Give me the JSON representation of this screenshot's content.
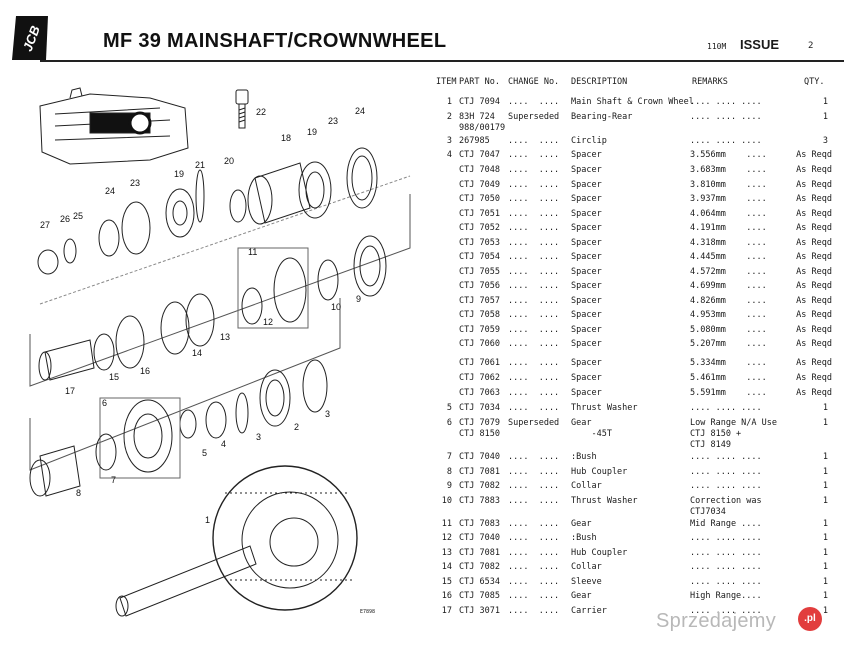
{
  "header": {
    "logo_text": "JCB",
    "title": "MF 39 MAINSHAFT/CROWNWHEEL",
    "ref_code": "110M",
    "issue_label": "ISSUE",
    "issue_number": "2"
  },
  "table": {
    "columns": {
      "item": "ITEM",
      "part": "PART No.",
      "change": "CHANGE No.",
      "description": "DESCRIPTION",
      "remarks": "REMARKS",
      "qty": "QTY."
    },
    "rows": [
      {
        "item": "1",
        "part": "CTJ 7094",
        "change": "....  ....",
        "description": "Main Shaft & Crown Wheel",
        "remarks": ".... .... ....",
        "qty": "1"
      },
      {
        "item": "2",
        "part": "83H 724\n988/00179",
        "change": "Superseded",
        "description": "Bearing-Rear",
        "remarks": ".... .... ....",
        "qty": "1"
      },
      {
        "item": "3",
        "part": "267985",
        "change": "....  ....",
        "description": "Circlip",
        "remarks": ".... .... ....",
        "qty": "3"
      },
      {
        "item": "4",
        "part": "CTJ 7047",
        "change": "....  ....",
        "description": "Spacer",
        "remarks": "3.556mm    ....",
        "qty": "As Reqd"
      },
      {
        "item": "",
        "part": "CTJ 7048",
        "change": "....  ....",
        "description": "Spacer",
        "remarks": "3.683mm    ....",
        "qty": "As Reqd"
      },
      {
        "item": "",
        "part": "CTJ 7049",
        "change": "....  ....",
        "description": "Spacer",
        "remarks": "3.810mm    ....",
        "qty": "As Reqd"
      },
      {
        "item": "",
        "part": "CTJ 7050",
        "change": "....  ....",
        "description": "Spacer",
        "remarks": "3.937mm    ....",
        "qty": "As Reqd"
      },
      {
        "item": "",
        "part": "CTJ 7051",
        "change": "....  ....",
        "description": "Spacer",
        "remarks": "4.064mm    ....",
        "qty": "As Reqd"
      },
      {
        "item": "",
        "part": "CTJ 7052",
        "change": "....  ....",
        "description": "Spacer",
        "remarks": "4.191mm    ....",
        "qty": "As Reqd"
      },
      {
        "item": "",
        "part": "CTJ 7053",
        "change": "....  ....",
        "description": "Spacer",
        "remarks": "4.318mm    ....",
        "qty": "As Reqd"
      },
      {
        "item": "",
        "part": "CTJ 7054",
        "change": "....  ....",
        "description": "Spacer",
        "remarks": "4.445mm    ....",
        "qty": "As Reqd"
      },
      {
        "item": "",
        "part": "CTJ 7055",
        "change": "....  ....",
        "description": "Spacer",
        "remarks": "4.572mm    ....",
        "qty": "As Reqd"
      },
      {
        "item": "",
        "part": "CTJ 7056",
        "change": "....  ....",
        "description": "Spacer",
        "remarks": "4.699mm    ....",
        "qty": "As Reqd"
      },
      {
        "item": "",
        "part": "CTJ 7057",
        "change": "....  ....",
        "description": "Spacer",
        "remarks": "4.826mm    ....",
        "qty": "As Reqd"
      },
      {
        "item": "",
        "part": "CTJ 7058",
        "change": "....  ....",
        "description": "Spacer",
        "remarks": "4.953mm    ....",
        "qty": "As Reqd"
      },
      {
        "item": "",
        "part": "CTJ 7059",
        "change": "....  ....",
        "description": "Spacer",
        "remarks": "5.080mm    ....",
        "qty": "As Reqd"
      },
      {
        "item": "",
        "part": "CTJ 7060",
        "change": "....  ....",
        "description": "Spacer",
        "remarks": "5.207mm    ....",
        "qty": "As Reqd"
      },
      {
        "item": "",
        "part": "CTJ 7061",
        "change": "....  ....",
        "description": "Spacer",
        "remarks": "5.334mm    ....",
        "qty": "As Reqd"
      },
      {
        "item": "",
        "part": "CTJ 7062",
        "change": "....  ....",
        "description": "Spacer",
        "remarks": "5.461mm    ....",
        "qty": "As Reqd"
      },
      {
        "item": "",
        "part": "CTJ 7063",
        "change": "....  ....",
        "description": "Spacer",
        "remarks": "5.591mm    ....",
        "qty": "As Reqd"
      },
      {
        "item": "5",
        "part": "CTJ 7034",
        "change": "....  ....",
        "description": "Thrust Washer",
        "remarks": ".... .... ....",
        "qty": "1"
      },
      {
        "item": "6",
        "part": "CTJ 7079\nCTJ 8150",
        "change": "Superseded",
        "description": "Gear\n    -45T",
        "remarks": "Low Range N/A Use\nCTJ 8150 +\nCTJ 8149",
        "qty": "1"
      },
      {
        "item": "7",
        "part": "CTJ 7040",
        "change": "....  ....",
        "description": ":Bush",
        "remarks": ".... .... ....",
        "qty": "1"
      },
      {
        "item": "8",
        "part": "CTJ 7081",
        "change": "....  ....",
        "description": "Hub Coupler",
        "remarks": ".... .... ....",
        "qty": "1"
      },
      {
        "item": "9",
        "part": "CTJ 7082",
        "change": "....  ....",
        "description": "Collar",
        "remarks": ".... .... ....",
        "qty": "1"
      },
      {
        "item": "10",
        "part": "CTJ 7883",
        "change": "....  ....",
        "description": "Thrust Washer",
        "remarks": "Correction was\nCTJ7034",
        "qty": "1"
      },
      {
        "item": "11",
        "part": "CTJ 7083",
        "change": "....  ....",
        "description": "Gear",
        "remarks": "Mid Range ....",
        "qty": "1"
      },
      {
        "item": "12",
        "part": "CTJ 7040",
        "change": "....  ....",
        "description": ":Bush",
        "remarks": ".... .... ....",
        "qty": "1"
      },
      {
        "item": "13",
        "part": "CTJ 7081",
        "change": "....  ....",
        "description": "Hub Coupler",
        "remarks": ".... .... ....",
        "qty": "1"
      },
      {
        "item": "14",
        "part": "CTJ 7082",
        "change": "....  ....",
        "description": "Collar",
        "remarks": ".... .... ....",
        "qty": "1"
      },
      {
        "item": "15",
        "part": "CTJ 6534",
        "change": "....  ....",
        "description": "Sleeve",
        "remarks": ".... .... ....",
        "qty": "1"
      },
      {
        "item": "16",
        "part": "CTJ 7085",
        "change": "....  ....",
        "description": "Gear",
        "remarks": "High Range....",
        "qty": "1"
      },
      {
        "item": "17",
        "part": "CTJ 3071",
        "change": "....  ....",
        "description": "Carrier",
        "remarks": ".... .... ....",
        "qty": "1"
      }
    ]
  },
  "diagram": {
    "callouts": [
      "1",
      "2",
      "3",
      "4",
      "5",
      "6",
      "7",
      "8",
      "9",
      "10",
      "11",
      "12",
      "13",
      "14",
      "15",
      "16",
      "17",
      "18",
      "19",
      "20",
      "21",
      "22",
      "23",
      "24",
      "25",
      "26",
      "27"
    ],
    "drawing_code": "E7898"
  },
  "watermark": {
    "text": "Sprzedajemy",
    "badge": ".pl"
  }
}
